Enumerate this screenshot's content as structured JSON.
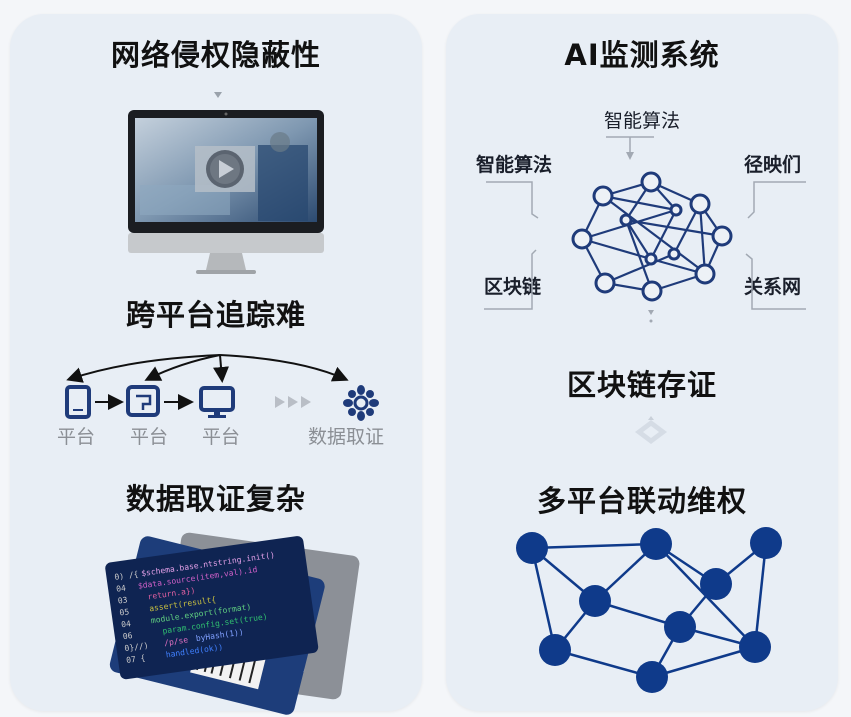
{
  "left_panel": {
    "sections": [
      {
        "title": "网络侵权隐蔽性",
        "graphic": "monitor-with-blurred-video-and-play-button"
      },
      {
        "title": "跨平台追踪难",
        "graphic": "platform-tracking-flow",
        "nodes": [
          {
            "label": "平台",
            "icon": "tablet-icon"
          },
          {
            "label": "平台",
            "icon": "document-window-icon"
          },
          {
            "label": "平台",
            "icon": "desktop-monitor-icon"
          },
          {
            "label": "数据取证",
            "icon": "sun-gear-icon"
          }
        ],
        "separator_icon": "triple-chevron-right-icon"
      },
      {
        "title": "数据取证复杂",
        "graphic": "code-cards-with-barcodes"
      }
    ]
  },
  "right_panel": {
    "sections": [
      {
        "title": "AI监测系统",
        "graphic": "neural-network-hub",
        "labels": {
          "top": "智能算法",
          "top_left": "智能算法",
          "top_right": "径映们",
          "bottom_left": "区块链",
          "bottom_right": "关系网"
        }
      },
      {
        "title": "区块链存证",
        "graphic": "diamond-arrow"
      },
      {
        "title": "多平台联动维权",
        "graphic": "solid-node-network"
      }
    ]
  },
  "colors": {
    "panel_bg": "#e8eef5",
    "page_bg": "#f4f6f9",
    "navy": "#1f3b7a",
    "dark_navy": "#0f3a8a",
    "gray_text": "#8b8f95",
    "title_text": "#111111"
  }
}
